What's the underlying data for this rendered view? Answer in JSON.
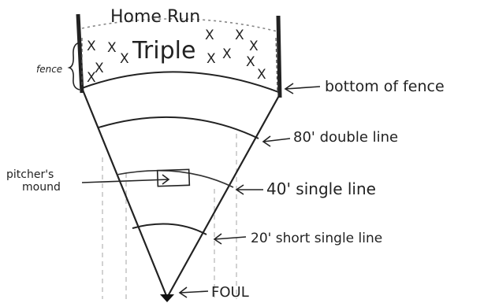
{
  "labels": {
    "home_run": "Home  Run",
    "triple": "Triple",
    "fence": "fence",
    "bottom_of_fence": "bottom of fence",
    "double_line": "80' double line",
    "single_line": "40'  single line",
    "short_single_line": "20'   short single line",
    "pitchers_mound_line1": "pitcher's",
    "pitchers_mound_line2": "mound",
    "foul": "FOUL"
  },
  "marks": {
    "x_marks": [
      "X",
      "X",
      "X",
      "X",
      "X",
      "X",
      "X",
      "X",
      "X",
      "X",
      "X",
      "X"
    ]
  },
  "colors": {
    "ink": "#222222",
    "pencil": "#9a9a9a",
    "foul_dot": "#111111"
  }
}
